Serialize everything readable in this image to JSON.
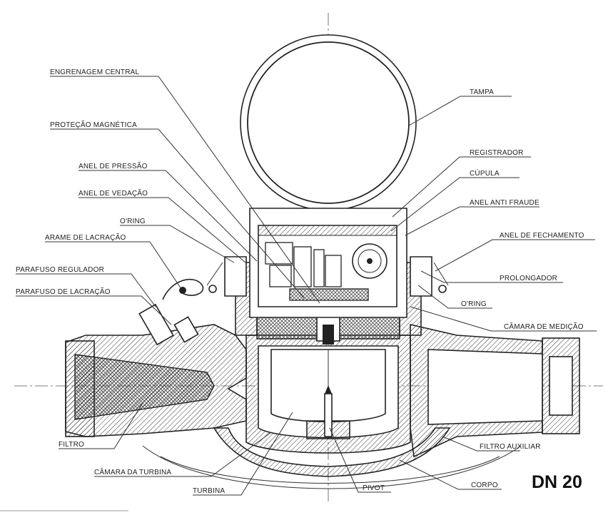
{
  "diagram": {
    "title": "DN 20",
    "labels_left": [
      "ENGRENAGEM CENTRAL",
      "PROTEÇÃO MAGNÉTICA",
      "ANEL DE PRESSÃO",
      "ANEL DE VEDAÇÃO",
      "O'RING",
      "ARAME DE LACRAÇÃO",
      "PARAFUSO REGULADOR",
      "PARAFUSO DE LACRAÇÃO",
      "FILTRO",
      "CÂMARA DA TURBINA",
      "TURBINA"
    ],
    "labels_right": [
      "TAMPA",
      "REGISTRADOR",
      "CÚPULA",
      "ANEL ANTI FRAUDE",
      "ANEL DE FECHAMENTO",
      "PROLONGADOR",
      "O'RING",
      "CÂMARA DE MEDIÇÃO",
      "FILTRO AUXILIAR",
      "CORPO",
      "PIVOT"
    ]
  }
}
